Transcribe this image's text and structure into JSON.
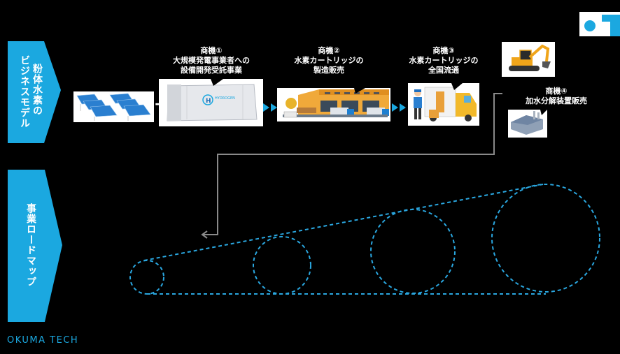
{
  "sections": {
    "business_model": {
      "title_line1": "粉体水素の",
      "title_line2": "ビジネスモデル"
    },
    "roadmap": {
      "title": "事業ロードマップ"
    }
  },
  "opportunities": [
    {
      "heading": "商機①",
      "line1": "大規模発電事業者への",
      "line2": "設備開発受託事業"
    },
    {
      "heading": "商機②",
      "line1": "水素カートリッジの",
      "line2": "製造販売"
    },
    {
      "heading": "商機③",
      "line1": "水素カートリッジの",
      "line2": "全国流通"
    },
    {
      "heading": "商機④",
      "line1": "加水分解装置販売"
    }
  ],
  "plus_sign": "+",
  "container_label": "HYDROGEN",
  "brand": {
    "footer": "OKUMA TECH",
    "accent": "#1ba8e0"
  },
  "colors": {
    "accent": "#1ba8e0",
    "connector": "#8a8a8a",
    "dash": "#2aa7e0"
  }
}
